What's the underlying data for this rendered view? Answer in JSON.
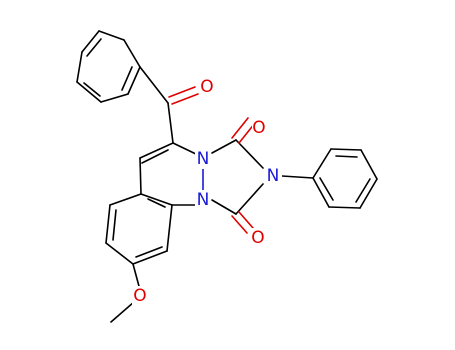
{
  "colors": {
    "bond": "#000000",
    "oxygen": "#e00000",
    "nitrogen": "#1a1ad6",
    "background": "#ffffff"
  },
  "atoms": {
    "o_benzoyl": "O",
    "o_top": "O",
    "o_bottom": "O",
    "o_methoxy": "O",
    "n_top": "N",
    "n_bottom": "N",
    "n_phenyl": "N"
  }
}
